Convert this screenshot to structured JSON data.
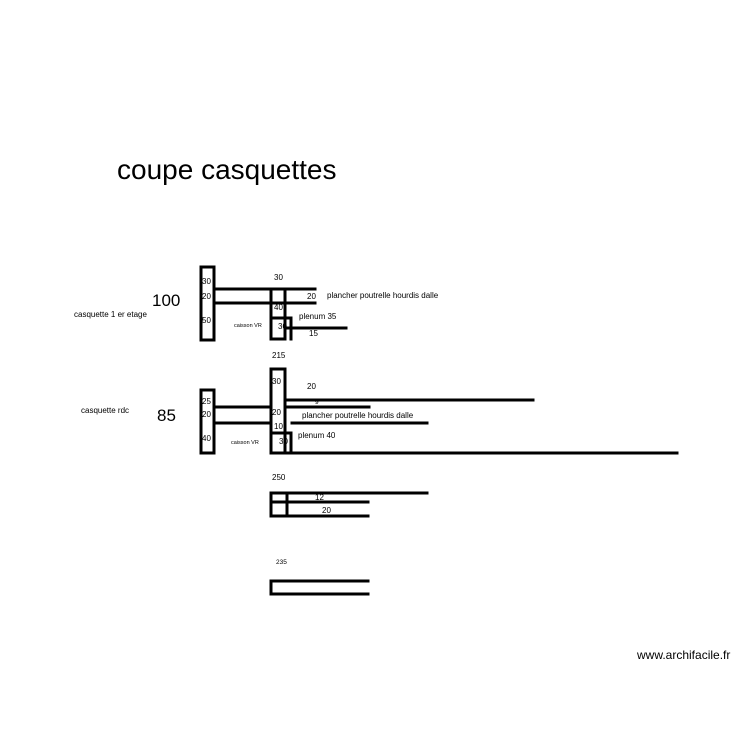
{
  "title": "coupe casquettes",
  "credit": "www.archifacile.fr",
  "etage": {
    "label": "casquette  1 er etage",
    "height": "100",
    "left_dims": [
      "30",
      "20",
      "50"
    ],
    "top_dim": "30",
    "mid_dims": [
      "20",
      "40",
      "30",
      "15"
    ],
    "plancher": "plancher poutrelle hourdis dalle",
    "plenum": "plenum 35",
    "caisson": "caisson VR"
  },
  "rdc": {
    "label": "casquette  rdc",
    "height": "85",
    "left_dims": [
      "25",
      "20",
      "40"
    ],
    "top_dim": "215",
    "mid_dims": [
      "30",
      "20",
      "9",
      "20",
      "10",
      "30"
    ],
    "plancher": "plancher poutrelle hourdis dalle",
    "plenum": "plenum  40",
    "caisson": "caisson VR"
  },
  "section_250": {
    "top_dim": "250",
    "dims": [
      "12",
      "20"
    ]
  },
  "section_235": {
    "top_dim": "235"
  }
}
